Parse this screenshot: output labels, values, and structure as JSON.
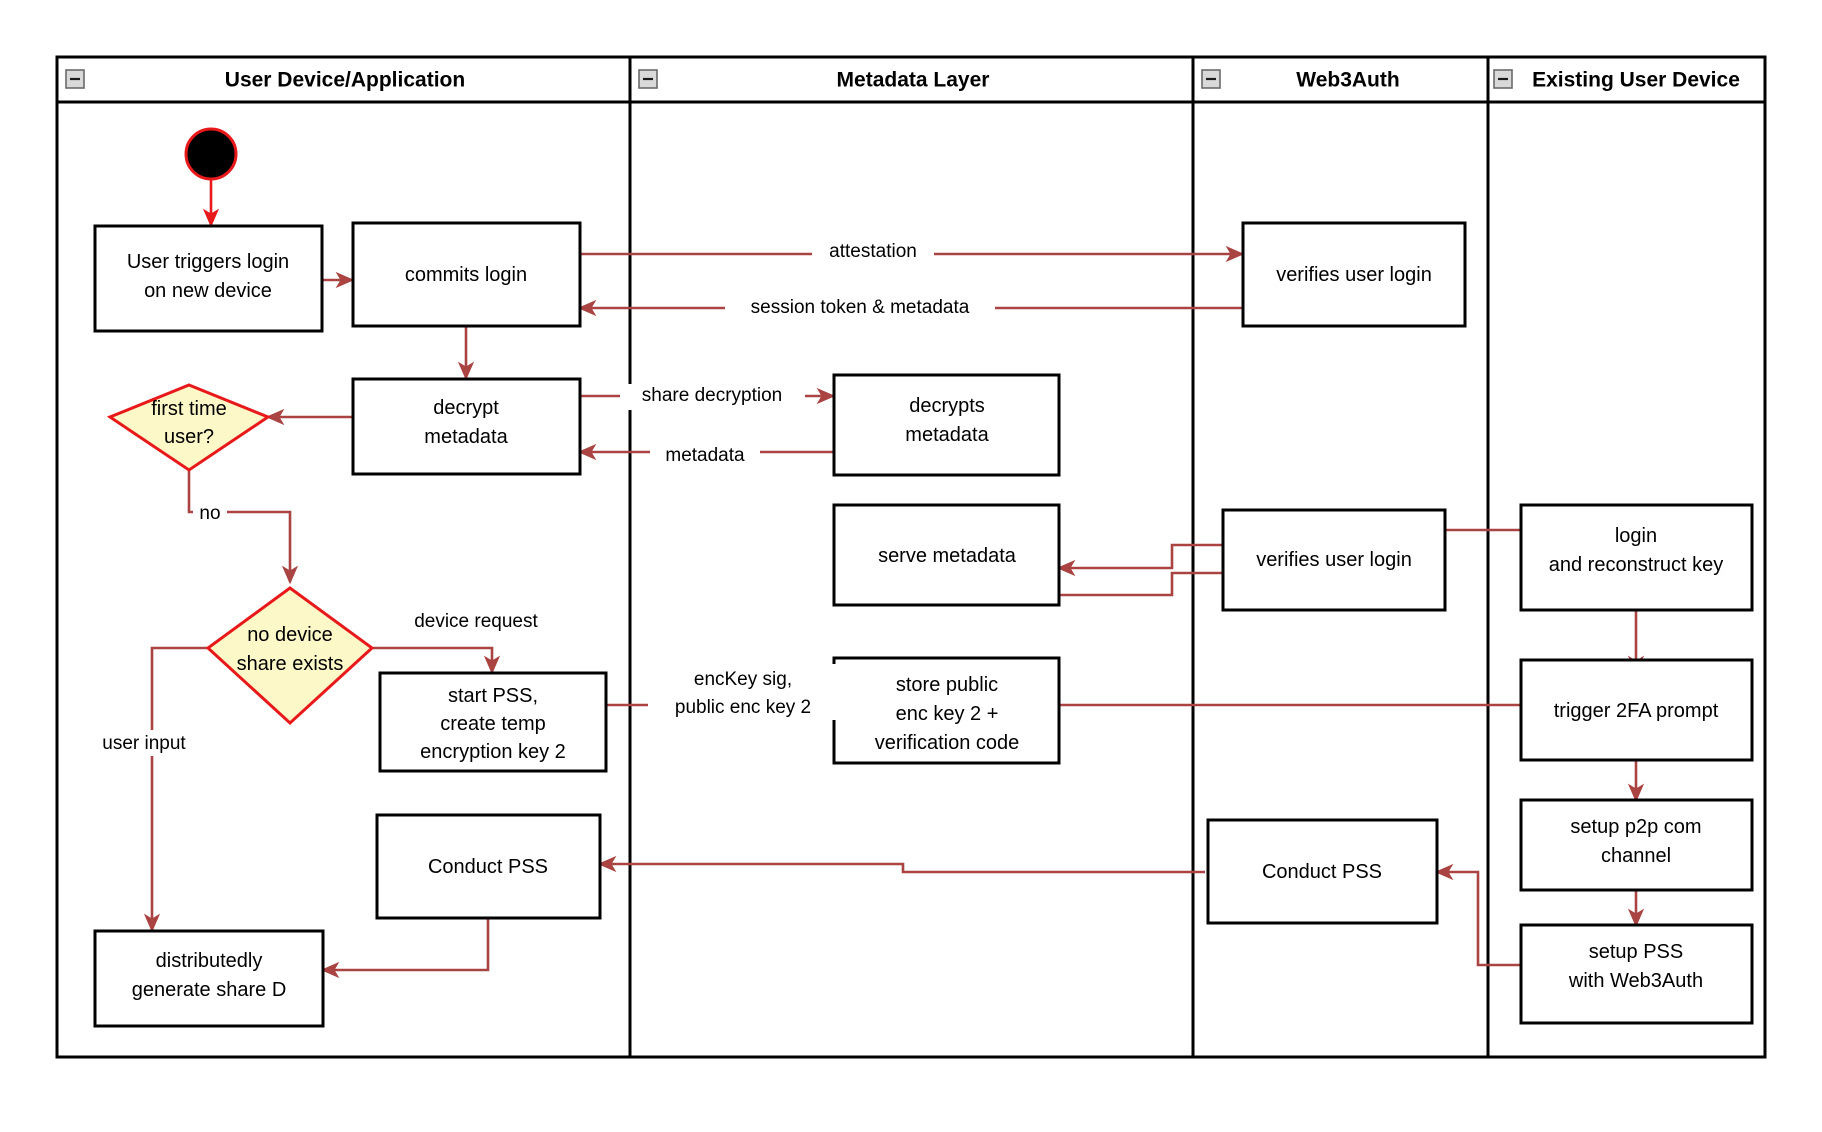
{
  "diagram": {
    "title": "Web3Auth new-device login swimlane flow",
    "colors": {
      "lane_border": "#000000",
      "node_border": "#000000",
      "node_fill": "#ffffff",
      "decision_fill": "#fcf8c8",
      "decision_border": "#e8191b",
      "edge": "#a94442",
      "start_ring": "#e8191b",
      "collapse_icon_fill": "#d9d9d9"
    }
  },
  "lanes": [
    {
      "id": "lane-user-device",
      "label": "User Device/Application",
      "collapse_icon": "minus-box-icon"
    },
    {
      "id": "lane-metadata",
      "label": "Metadata Layer",
      "collapse_icon": "minus-box-icon"
    },
    {
      "id": "lane-web3auth",
      "label": "Web3Auth",
      "collapse_icon": "minus-box-icon"
    },
    {
      "id": "lane-existing-device",
      "label": "Existing User Device",
      "collapse_icon": "minus-box-icon"
    }
  ],
  "nodes": [
    {
      "id": "start",
      "lane": "lane-user-device",
      "type": "start",
      "label": ""
    },
    {
      "id": "user-triggers-login",
      "lane": "lane-user-device",
      "type": "process",
      "lines": [
        "User triggers login",
        "on new device"
      ]
    },
    {
      "id": "commits-login",
      "lane": "lane-user-device",
      "type": "process",
      "lines": [
        "commits login"
      ]
    },
    {
      "id": "decrypt-metadata",
      "lane": "lane-user-device",
      "type": "process",
      "lines": [
        "decrypt",
        "metadata"
      ]
    },
    {
      "id": "first-time-user",
      "lane": "lane-user-device",
      "type": "decision",
      "lines": [
        "first time",
        "user?"
      ]
    },
    {
      "id": "no-device-share-exists",
      "lane": "lane-user-device",
      "type": "decision",
      "lines": [
        "no device",
        "share exists"
      ]
    },
    {
      "id": "start-pss-create-temp-key",
      "lane": "lane-user-device",
      "type": "process",
      "lines": [
        "start PSS,",
        "create temp",
        "encryption key 2"
      ]
    },
    {
      "id": "conduct-pss-user",
      "lane": "lane-user-device",
      "type": "process",
      "lines": [
        "Conduct PSS"
      ]
    },
    {
      "id": "distributedly-generate-share-d",
      "lane": "lane-user-device",
      "type": "process",
      "lines": [
        "distributedly",
        "generate share D"
      ]
    },
    {
      "id": "decrypts-metadata",
      "lane": "lane-metadata",
      "type": "process",
      "lines": [
        "decrypts",
        "metadata"
      ]
    },
    {
      "id": "serve-metadata",
      "lane": "lane-metadata",
      "type": "process",
      "lines": [
        "serve metadata"
      ]
    },
    {
      "id": "store-public-enc-key",
      "lane": "lane-metadata",
      "type": "process",
      "lines": [
        "store public",
        "enc key 2 +",
        "verification code"
      ]
    },
    {
      "id": "verifies-user-login-top",
      "lane": "lane-web3auth",
      "type": "process",
      "lines": [
        "verifies user login"
      ]
    },
    {
      "id": "verifies-user-login-mid",
      "lane": "lane-web3auth",
      "type": "process",
      "lines": [
        "verifies user login"
      ]
    },
    {
      "id": "conduct-pss-web3auth",
      "lane": "lane-web3auth",
      "type": "process",
      "lines": [
        "Conduct PSS"
      ]
    },
    {
      "id": "login-and-reconstruct-key",
      "lane": "lane-existing-device",
      "type": "process",
      "lines": [
        "login",
        "and reconstruct key"
      ]
    },
    {
      "id": "trigger-2fa-prompt",
      "lane": "lane-existing-device",
      "type": "process",
      "lines": [
        "trigger 2FA prompt"
      ]
    },
    {
      "id": "setup-p2p-com-channel",
      "lane": "lane-existing-device",
      "type": "process",
      "lines": [
        "setup p2p com",
        "channel"
      ]
    },
    {
      "id": "setup-pss-with-web3auth",
      "lane": "lane-existing-device",
      "type": "process",
      "lines": [
        "setup PSS",
        "with Web3Auth"
      ]
    }
  ],
  "edge_labels": [
    {
      "id": "edge-attestation",
      "text": "attestation"
    },
    {
      "id": "edge-session-token",
      "text": "session token & metadata"
    },
    {
      "id": "edge-share-decryption",
      "text": "share decryption"
    },
    {
      "id": "edge-metadata",
      "text": "metadata"
    },
    {
      "id": "edge-no",
      "text": "no"
    },
    {
      "id": "edge-device-request",
      "text": "device request"
    },
    {
      "id": "edge-user-input",
      "text": "user input"
    },
    {
      "id": "edge-enckey-sig-1",
      "text": "encKey sig,"
    },
    {
      "id": "edge-enckey-sig-2",
      "text": "public enc key 2"
    }
  ]
}
